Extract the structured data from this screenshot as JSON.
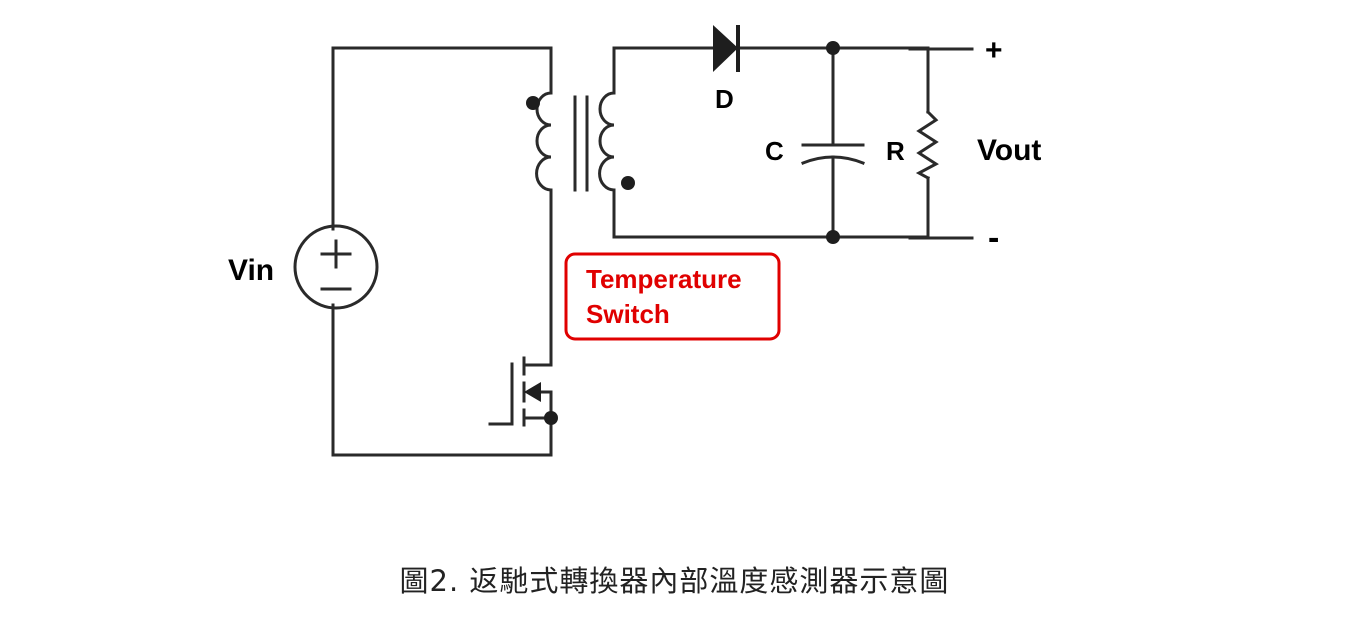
{
  "diagram": {
    "labels": {
      "vin": "Vin",
      "diode": "D",
      "capacitor": "C",
      "resistor": "R",
      "vout": "Vout",
      "plus": "+",
      "minus": "-"
    },
    "callout": {
      "line1": "Temperature",
      "line2": "Switch",
      "color": "#e00000"
    },
    "caption": "圖2. 返馳式轉換器內部溫度感測器示意圖"
  }
}
